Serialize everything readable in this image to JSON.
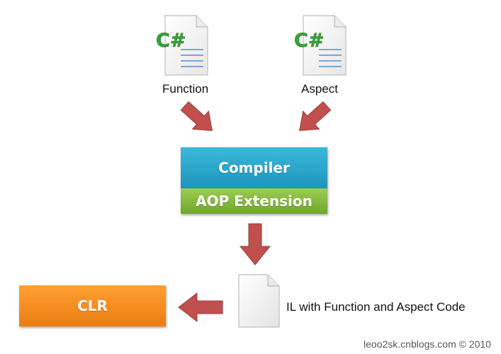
{
  "nodes": {
    "function_file": {
      "label": "Function",
      "icon_text": "C#"
    },
    "aspect_file": {
      "label": "Aspect",
      "icon_text": "C#"
    },
    "compiler": {
      "label": "Compiler"
    },
    "aop_extension": {
      "label": "AOP Extension"
    },
    "il_file": {
      "label": "IL with Function and Aspect Code"
    },
    "clr": {
      "label": "CLR"
    }
  },
  "watermark": "leoo2sk.cnblogs.com © 2010",
  "colors": {
    "compiler": "#2aa6cc",
    "aop_extension": "#86bb3e",
    "clr": "#f58c20",
    "arrow": "#c0504d",
    "csharp_icon": "#3aa23a"
  }
}
